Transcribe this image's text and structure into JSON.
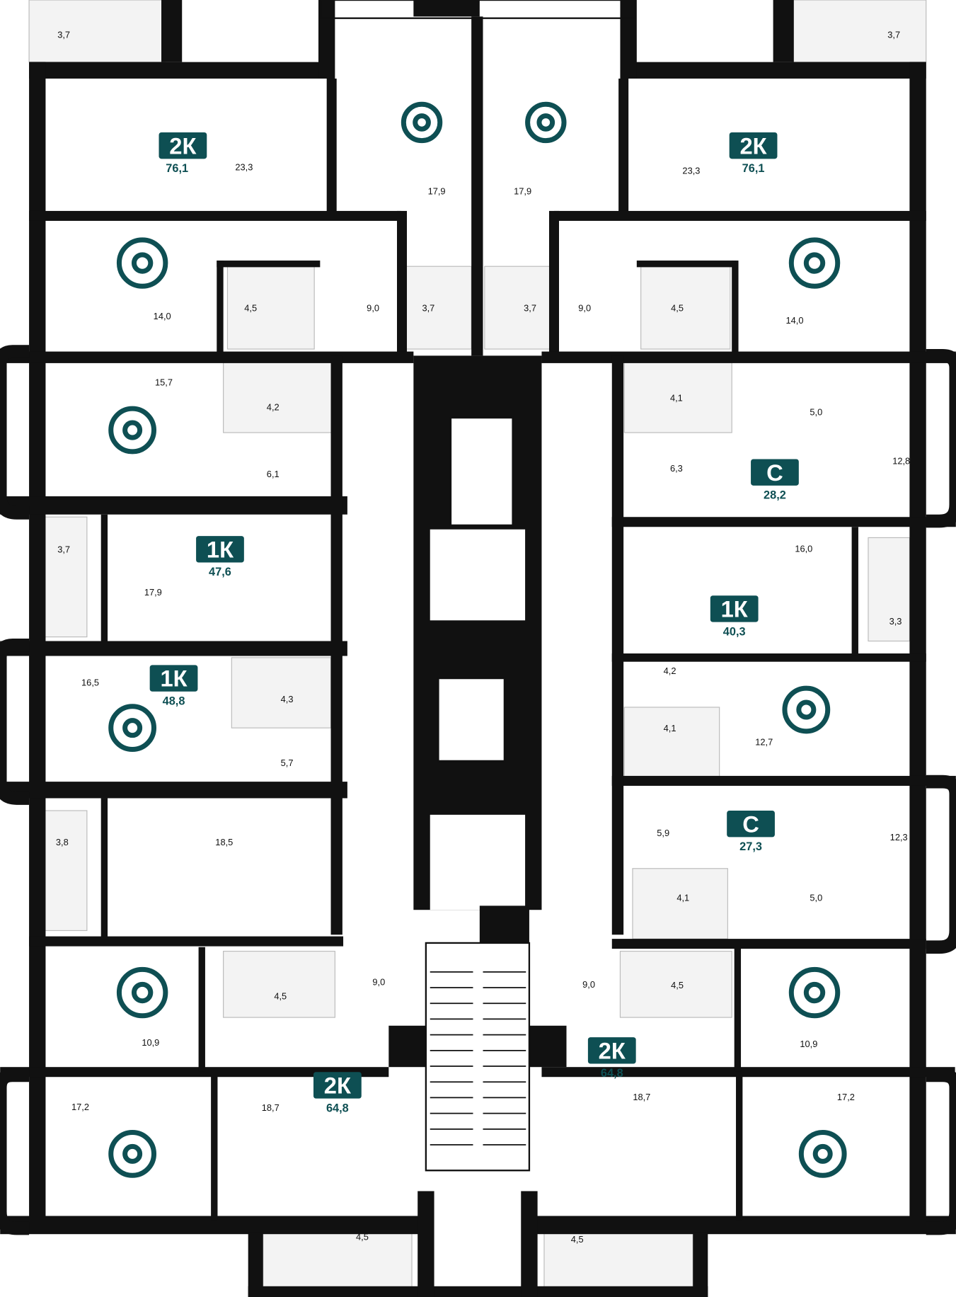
{
  "colors": {
    "accent": "#0e4f53",
    "wall": "#111111",
    "background": "#ffffff"
  },
  "apartments": [
    {
      "type": "2К",
      "area": "76,1"
    },
    {
      "type": "2К",
      "area": "76,1"
    },
    {
      "type": "1К",
      "area": "47,6"
    },
    {
      "type": "1К",
      "area": "48,8"
    },
    {
      "type": "С",
      "area": "28,2"
    },
    {
      "type": "1К",
      "area": "40,3"
    },
    {
      "type": "С",
      "area": "27,3"
    },
    {
      "type": "2К",
      "area": "64,8"
    },
    {
      "type": "2К",
      "area": "64,8"
    }
  ],
  "rooms": [
    "3,7",
    "23,3",
    "17,9",
    "17,9",
    "23,3",
    "3,7",
    "14,0",
    "4,5",
    "9,0",
    "3,7",
    "3,7",
    "9,0",
    "4,5",
    "14,0",
    "15,7",
    "4,2",
    "5,0",
    "4,1",
    "6,1",
    "6,3",
    "12,8",
    "3,7",
    "17,9",
    "16,0",
    "3,3",
    "16,5",
    "4,3",
    "4,2",
    "4,1",
    "12,7",
    "5,7",
    "3,8",
    "18,5",
    "5,9",
    "12,3",
    "4,1",
    "5,0",
    "9,0",
    "4,5",
    "10,9",
    "9,0",
    "4,5",
    "10,9",
    "17,2",
    "18,7",
    "18,7",
    "17,2",
    "4,5",
    "4,5"
  ]
}
